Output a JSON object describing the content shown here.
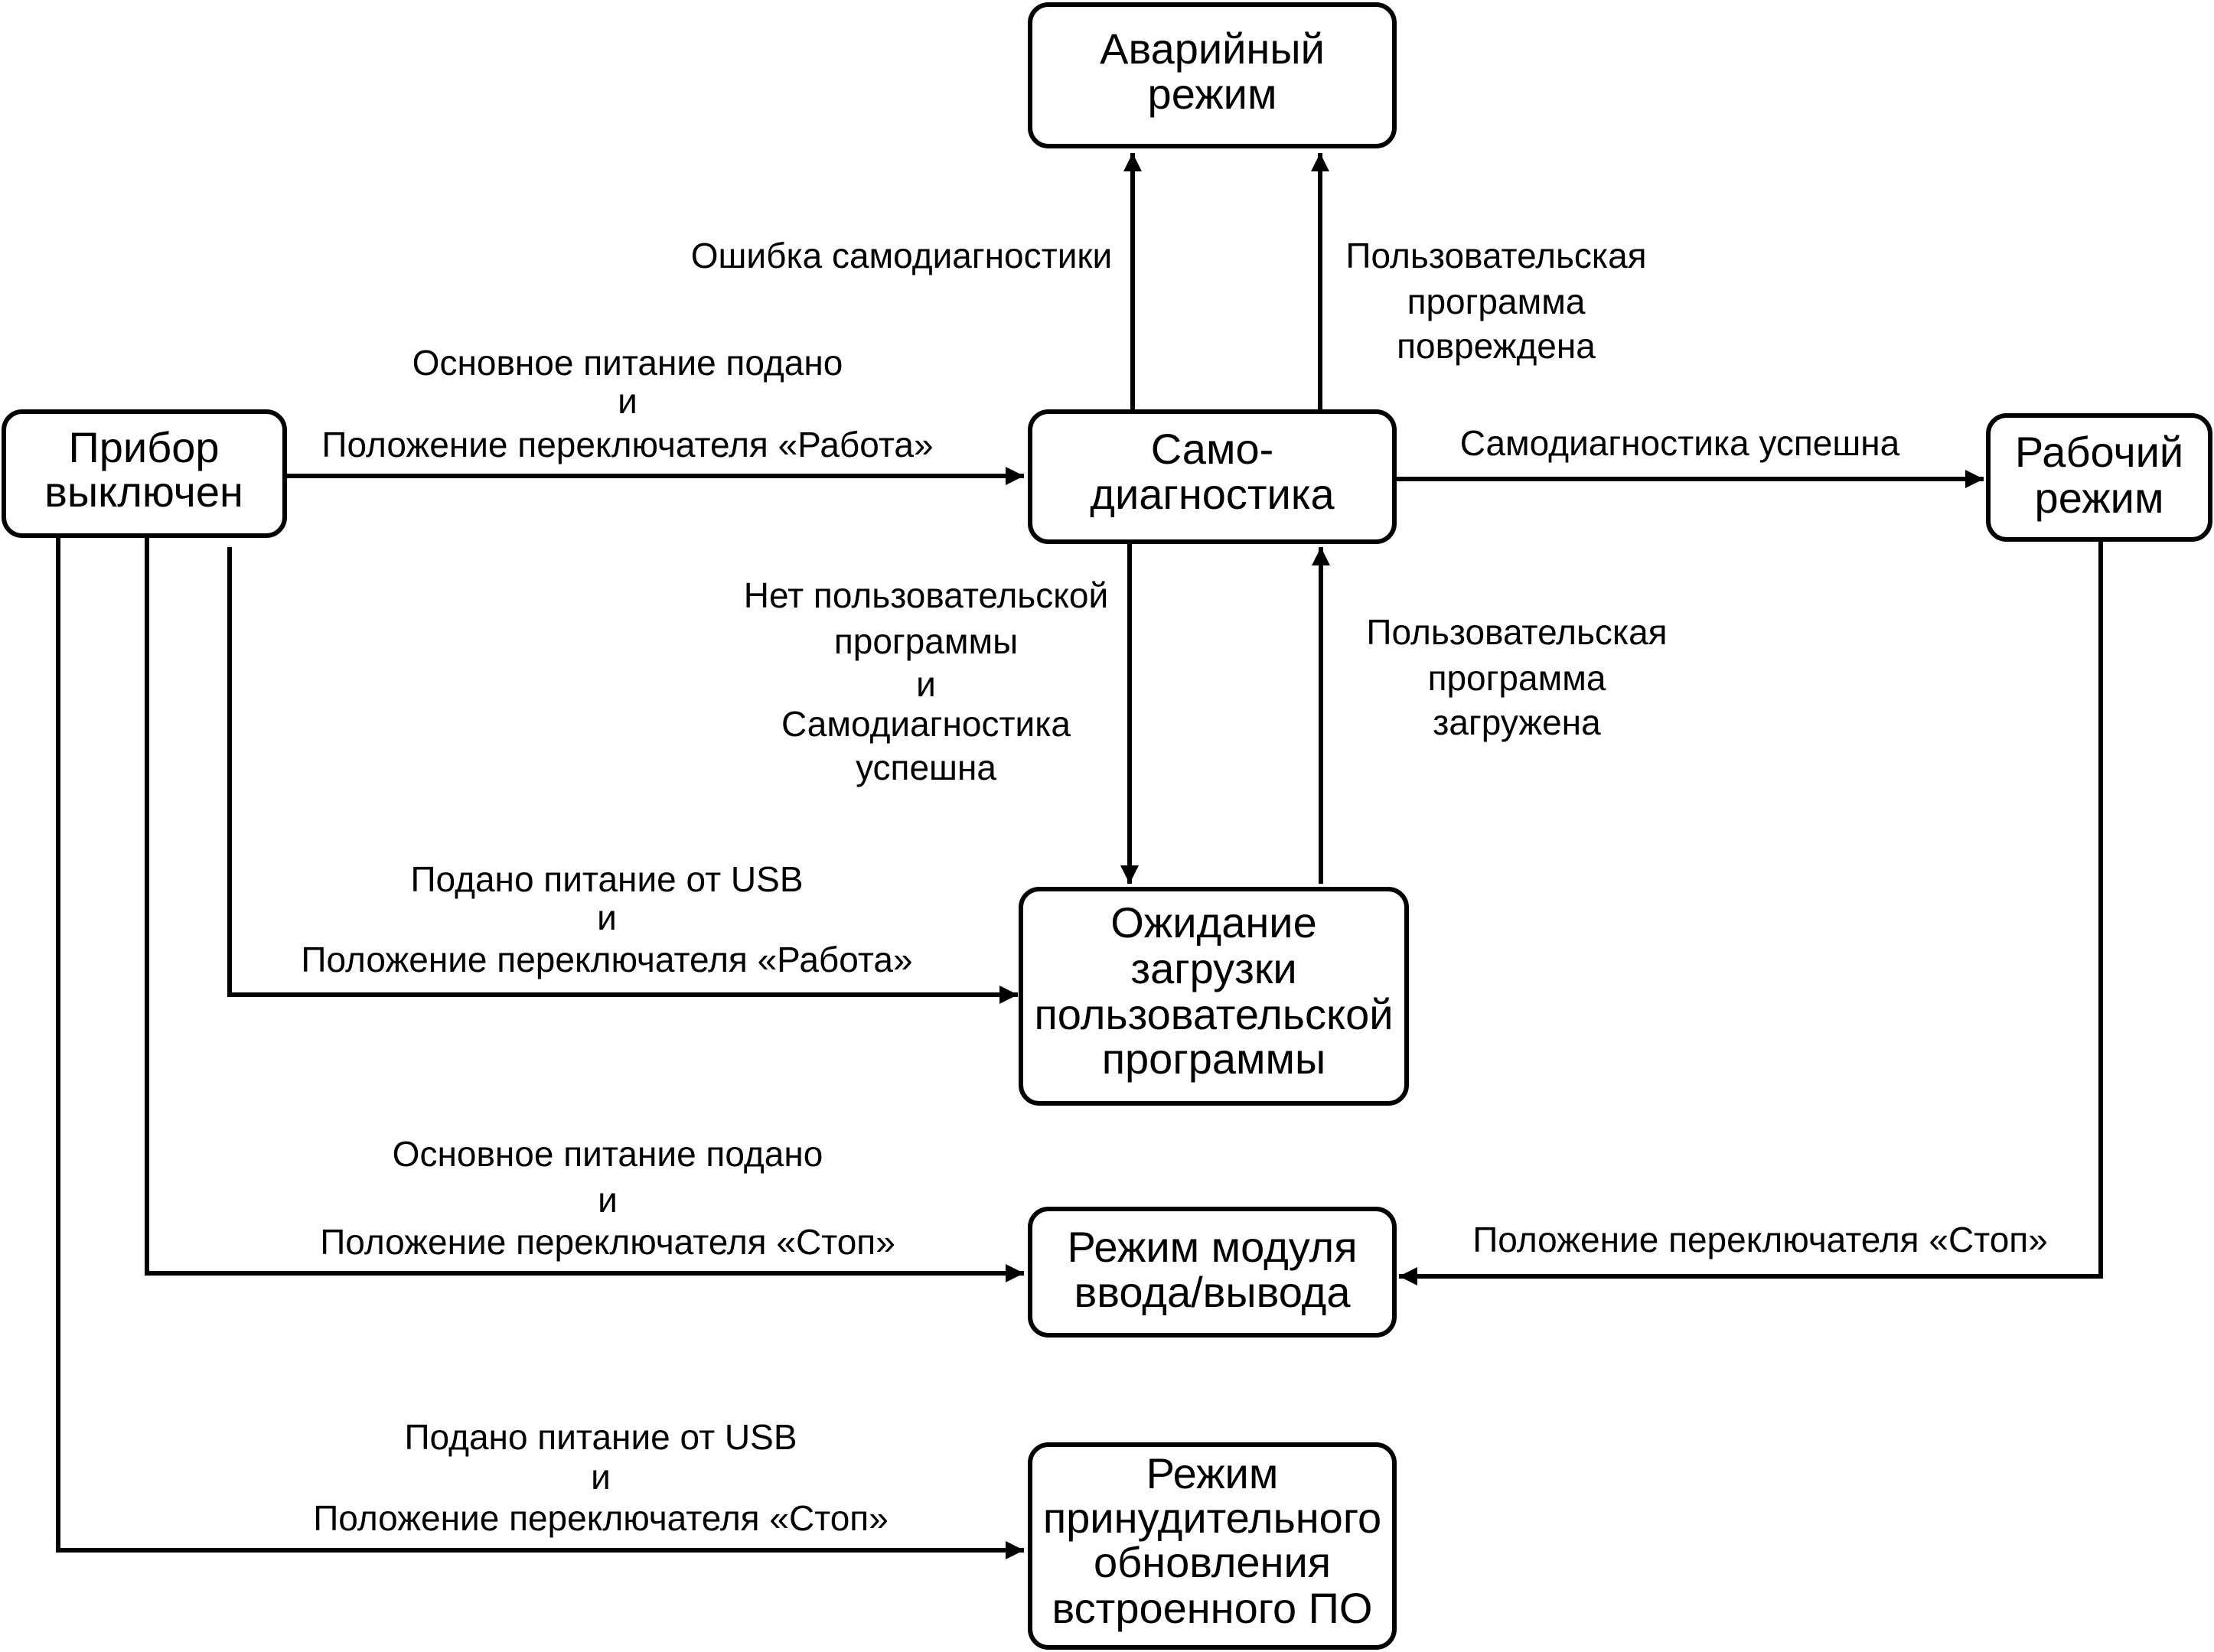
{
  "colors": {
    "line": "#000000",
    "background": "#ffffff"
  },
  "nodes": {
    "off": {
      "lines": [
        "Прибор",
        "выключен"
      ]
    },
    "emergency": {
      "lines": [
        "Аварийный",
        "режим"
      ]
    },
    "selfdiag": {
      "lines": [
        "Само-",
        "диагностика"
      ]
    },
    "working": {
      "lines": [
        "Рабочий",
        "режим"
      ]
    },
    "waiting": {
      "lines": [
        "Ожидание",
        "загрузки",
        "пользовательской",
        "программы"
      ]
    },
    "io": {
      "lines": [
        "Режим модуля",
        "ввода/вывода"
      ]
    },
    "forced": {
      "lines": [
        "Режим",
        "принудительного",
        "обновления",
        "встроенного ПО"
      ]
    }
  },
  "edges": {
    "off_to_selfdiag": {
      "lines": [
        "Основное питание подано",
        "и",
        "Положение переключателя «Работа»"
      ]
    },
    "selfdiag_to_emergency_error": {
      "lines": [
        "Ошибка самодиагностики"
      ]
    },
    "selfdiag_to_emergency_corrupt": {
      "lines": [
        "Пользовательская",
        "программа",
        "повреждена"
      ]
    },
    "selfdiag_to_working": {
      "lines": [
        "Самодиагностика успешна"
      ]
    },
    "selfdiag_to_waiting": {
      "lines": [
        "Нет пользовательской",
        "программы",
        "и",
        "Самодиагностика",
        "успешна"
      ]
    },
    "waiting_to_selfdiag": {
      "lines": [
        "Пользовательская",
        "программа",
        "загружена"
      ]
    },
    "off_to_waiting": {
      "lines": [
        "Подано питание от USB",
        "и",
        "Положение переключателя «Работа»"
      ]
    },
    "off_to_io": {
      "lines": [
        "Основное питание подано",
        "и",
        "Положение переключателя «Стоп»"
      ]
    },
    "working_to_io": {
      "lines": [
        "Положение переключателя «Стоп»"
      ]
    },
    "off_to_forced": {
      "lines": [
        "Подано питание от USB",
        "и",
        "Положение переключателя «Стоп»"
      ]
    }
  }
}
